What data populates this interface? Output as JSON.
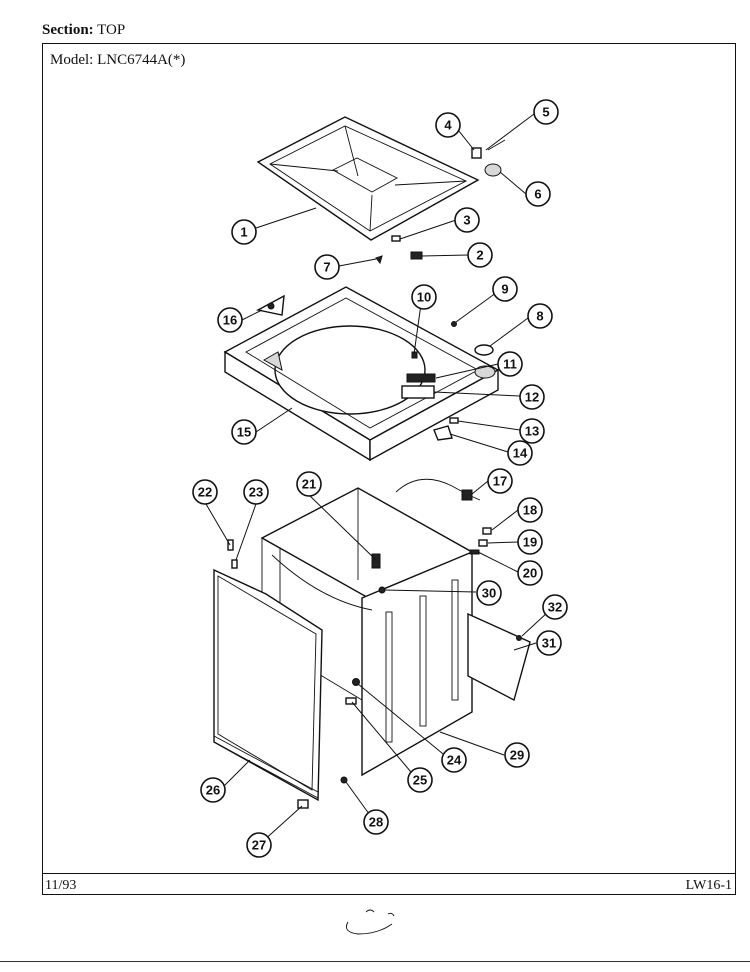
{
  "header": {
    "section_label": "Section:",
    "section_value": "TOP",
    "model_label": "Model:",
    "model_value": "LNC6744A(*)"
  },
  "footer": {
    "date": "11/93",
    "page_code": "LW16-1"
  },
  "callouts": [
    "1",
    "2",
    "3",
    "4",
    "5",
    "6",
    "7",
    "8",
    "9",
    "10",
    "11",
    "12",
    "13",
    "14",
    "15",
    "16",
    "17",
    "18",
    "19",
    "20",
    "21",
    "22",
    "23",
    "24",
    "25",
    "26",
    "27",
    "28",
    "29",
    "30",
    "31",
    "32"
  ]
}
